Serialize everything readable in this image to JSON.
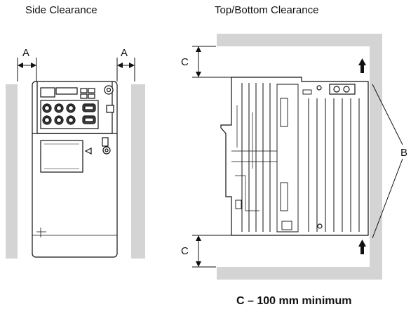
{
  "titles": {
    "side": "Side Clearance",
    "top_bottom": "Top/Bottom Clearance"
  },
  "labels": {
    "a_left": "A",
    "a_right": "A",
    "c_top": "C",
    "c_bottom": "C",
    "b": "B"
  },
  "note": "C  –  100 mm minimum",
  "colors": {
    "wall": "#d4d4d4",
    "line": "#111111",
    "panel": "#ffffff"
  }
}
